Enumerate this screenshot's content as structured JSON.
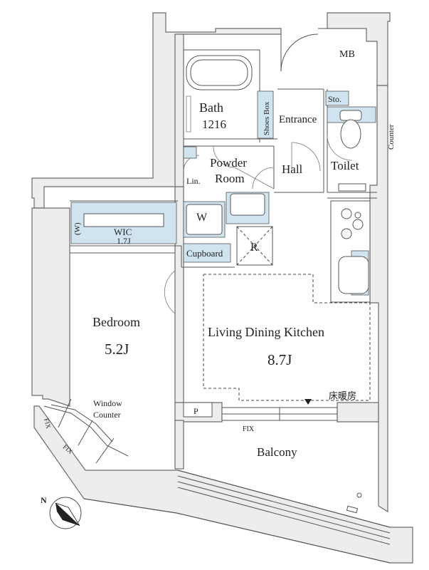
{
  "rooms": {
    "mb": "MB",
    "bath": "Bath",
    "bath_size": "1216",
    "shoes_box": "Shoes Box",
    "entrance": "Entrance",
    "storage": "Sto.",
    "counter_right": "Counter",
    "powder_room_line1": "Powder",
    "powder_room_line2": "Room",
    "hall": "Hall",
    "toilet": "Toilet",
    "linen": "Lin.",
    "washer": "W",
    "wic": "WIC",
    "wic_size": "1.7J",
    "wic_w": "(W)",
    "refrigerator": "R",
    "cupboard": "Cupboard",
    "bedroom": "Bedroom",
    "bedroom_size": "5.2J",
    "ldk": "Living Dining Kitchen",
    "ldk_size": "8.7J",
    "floor_heating": "床暖房",
    "window_counter_line1": "Window",
    "window_counter_line2": "Counter",
    "p": "P",
    "fix_bottom": "FIX",
    "fix_left1": "FIX",
    "fix_left2": "FIX",
    "balcony": "Balcony"
  },
  "compass": {
    "label": "N"
  },
  "colors": {
    "blue_fill": "#cfe4ef",
    "wall_fill": "#ededed",
    "line": "#555555"
  }
}
